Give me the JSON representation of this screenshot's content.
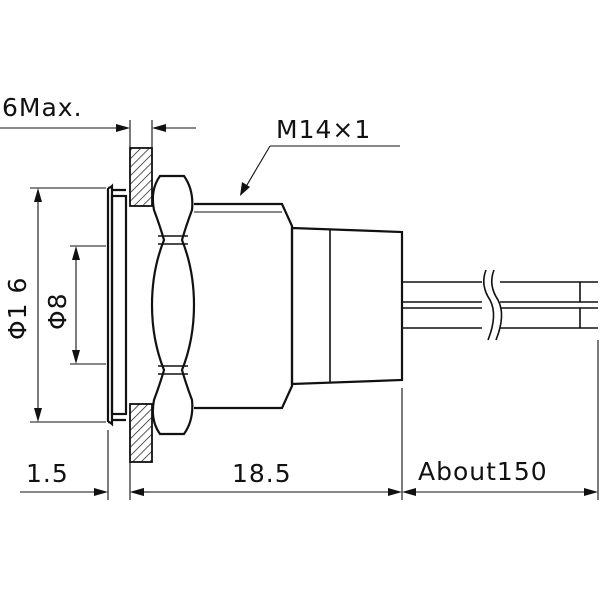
{
  "labels": {
    "max_thickness": "6Max.",
    "thread": "M14×1",
    "outer_diameter": "Φ1 6",
    "inner_diameter": "Φ8",
    "flange_length": "1.5",
    "body_length": "18.5",
    "wire_length": "About150"
  }
}
